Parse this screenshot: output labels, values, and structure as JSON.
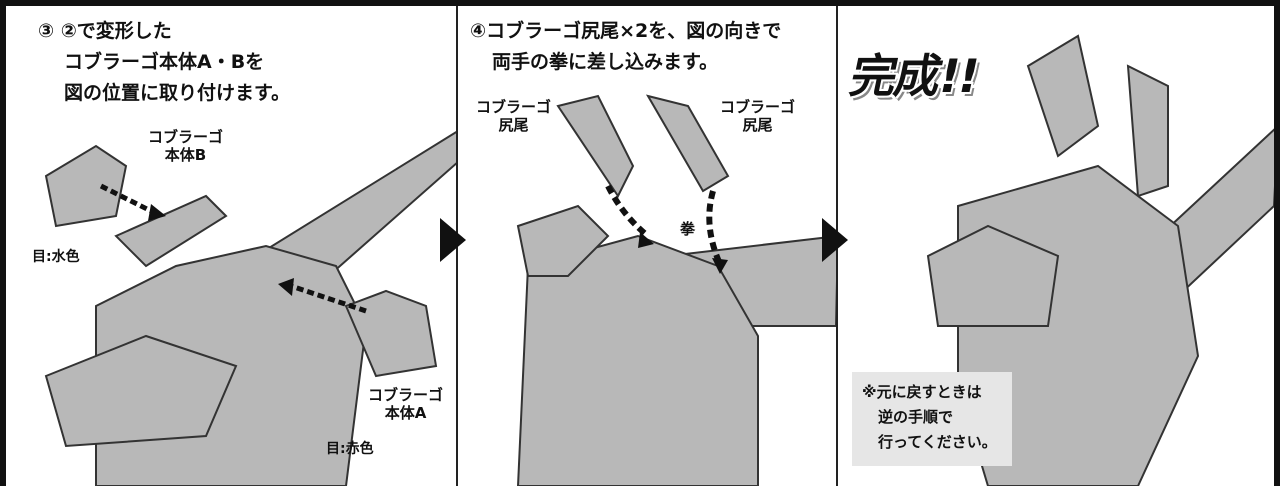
{
  "colors": {
    "frame": "#111111",
    "robot_fill": "#b8b8b8",
    "robot_stroke": "#333333",
    "note_bg": "#e6e6e6",
    "arrow": "#111111"
  },
  "step3": {
    "lines": [
      "③ ②で変形した",
      "コブラーゴ本体A・Bを",
      "図の位置に取り付けます。"
    ],
    "label_b": {
      "line1": "コブラーゴ",
      "line2": "本体B"
    },
    "label_a": {
      "line1": "コブラーゴ",
      "line2": "本体A"
    },
    "eye_b": "目:水色",
    "eye_a": "目:赤色"
  },
  "step4": {
    "lines": [
      "④コブラーゴ尻尾×2を、図の向きで",
      "両手の拳に差し込みます。"
    ],
    "tail_left": {
      "line1": "コブラーゴ",
      "line2": "尻尾"
    },
    "tail_right": {
      "line1": "コブラーゴ",
      "line2": "尻尾"
    },
    "fist": "拳"
  },
  "final": {
    "title": "完成!!",
    "note_lines": [
      "※元に戻すときは",
      "逆の手順で",
      "行ってください。"
    ]
  },
  "icons": {
    "next_arrow_1": "right-triangle-icon",
    "next_arrow_2": "right-triangle-icon"
  }
}
